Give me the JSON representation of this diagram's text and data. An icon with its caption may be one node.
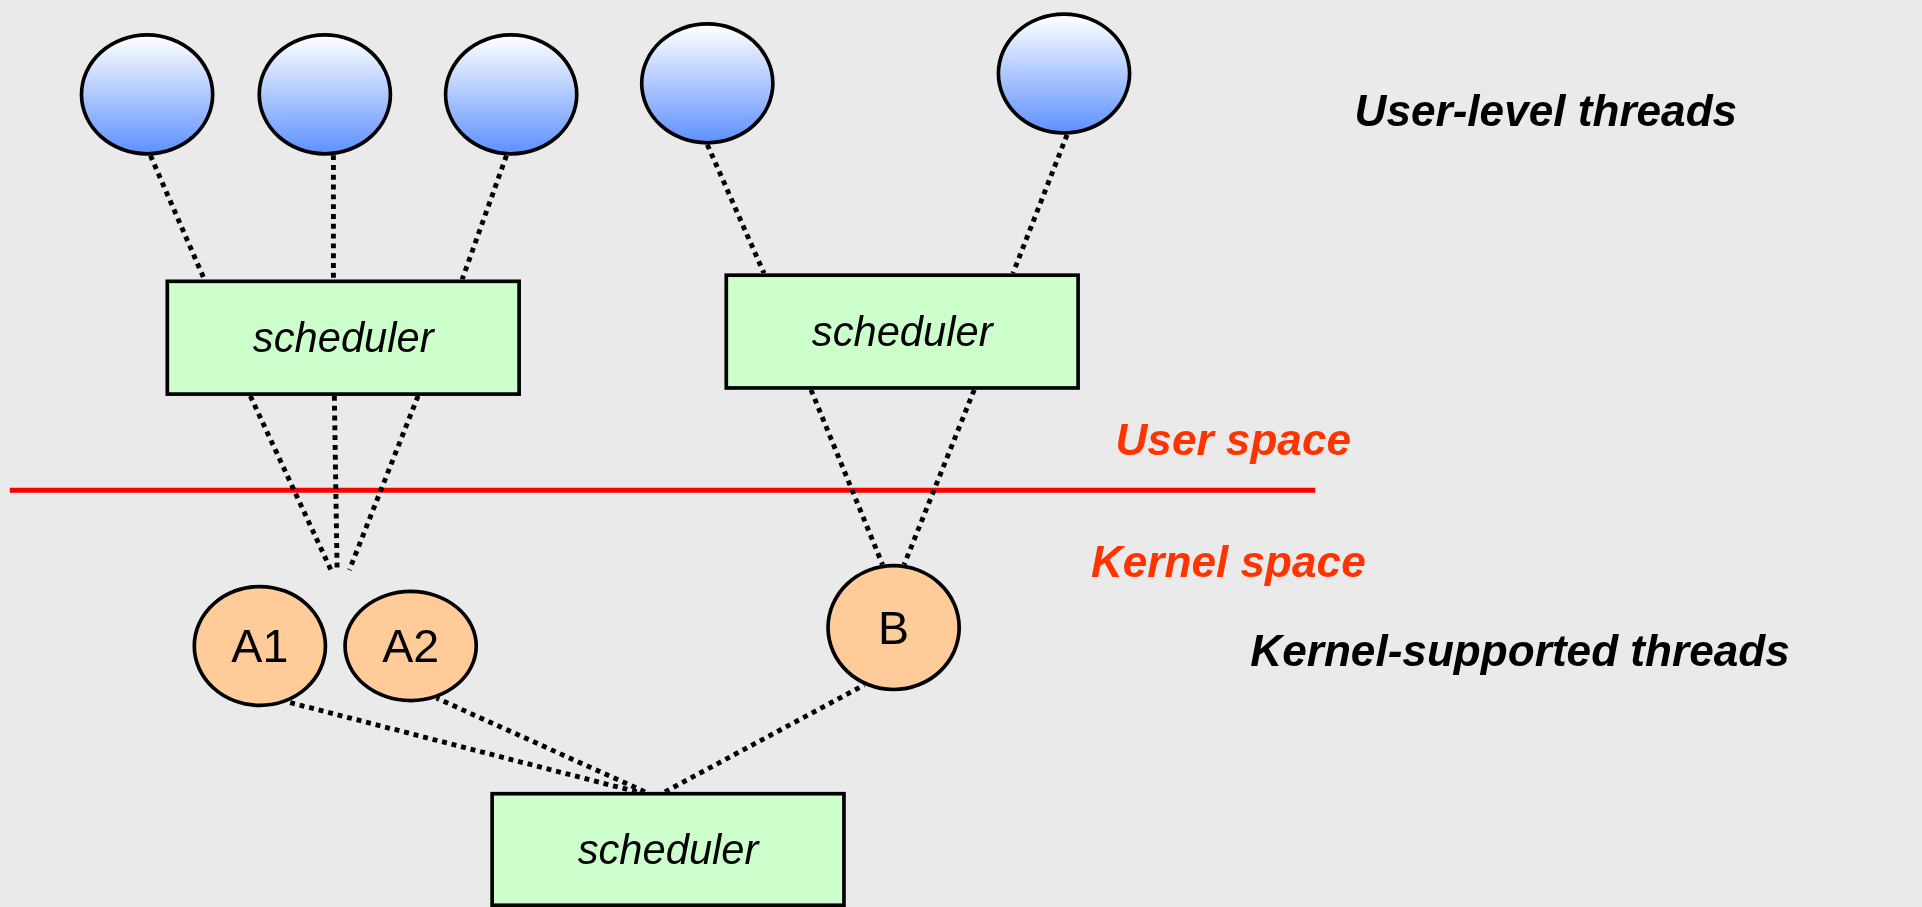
{
  "diagram": {
    "nodes": [
      {
        "text": [],
        "shape": "circle"
      },
      {
        "text": [],
        "shape": "circle"
      },
      {
        "text": [],
        "shape": "circle"
      },
      {
        "text": [],
        "shape": "circle"
      },
      {
        "text": [],
        "shape": "circle"
      },
      {
        "text": [
          "scheduler"
        ]
      },
      {
        "text": [
          "scheduler"
        ]
      },
      {
        "text": [
          "A1"
        ]
      },
      {
        "text": [
          "A2"
        ]
      },
      {
        "text": [
          "B"
        ]
      },
      {
        "text": [
          "scheduler"
        ]
      }
    ],
    "edges": [
      {
        "from": 0,
        "to": 5,
        "arrow": "none"
      },
      {
        "from": 1,
        "to": 5,
        "arrow": "none"
      },
      {
        "from": 2,
        "to": 5,
        "arrow": "none"
      },
      {
        "from": 3,
        "to": 6,
        "arrow": "none"
      },
      {
        "from": 4,
        "to": 6,
        "arrow": "none"
      },
      {
        "from": 5,
        "to": 7,
        "arrow": "none"
      },
      {
        "from": 5,
        "to": 7,
        "arrow": "none"
      },
      {
        "from": 5,
        "to": 8,
        "arrow": "none"
      },
      {
        "from": 6,
        "to": 9,
        "arrow": "none"
      },
      {
        "from": 6,
        "to": 9,
        "arrow": "none"
      },
      {
        "from": 10,
        "to": 7,
        "arrow": "none"
      },
      {
        "from": 10,
        "to": 8,
        "arrow": "none"
      },
      {
        "from": 10,
        "to": 9,
        "arrow": "none"
      }
    ],
    "labels": [
      "User-level threads",
      "User space",
      "Kernel space",
      "Kernel-supported threads"
    ]
  }
}
